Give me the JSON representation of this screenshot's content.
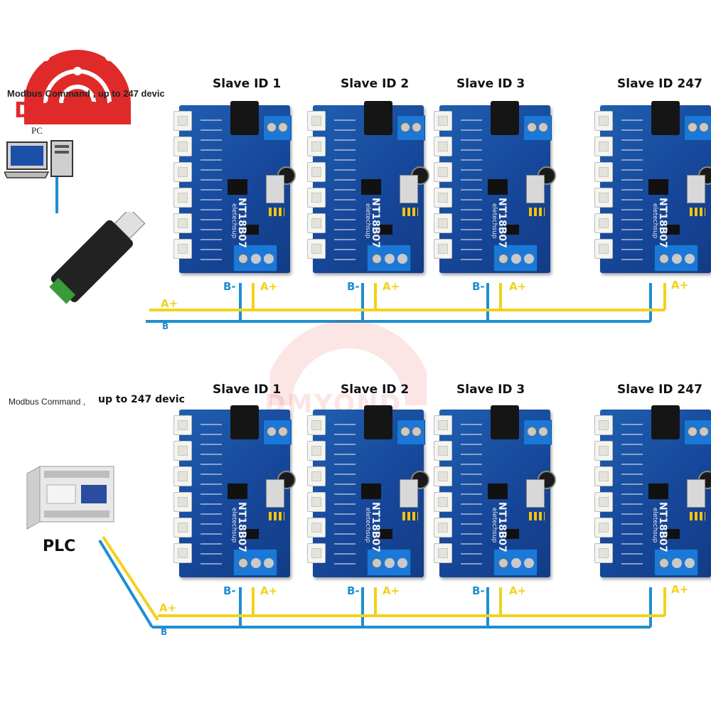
{
  "brand": {
    "logo_text": "DMYOND",
    "watermark_text": "DMYOND",
    "accent_color": "#e02a2a"
  },
  "top_section": {
    "command_text": "Modbus Command ,  up to 247 devic",
    "host_label": "PC",
    "slaves": [
      {
        "label": "Slave ID 1",
        "board_text": "NT18B07",
        "board_logo": "eletechsup"
      },
      {
        "label": "Slave ID 2",
        "board_text": "NT18B07",
        "board_logo": "eletechsup"
      },
      {
        "label": "Slave ID 3",
        "board_text": "NT18B07",
        "board_logo": "eletechsup"
      },
      {
        "label": "Slave ID 247",
        "board_text": "NT18B07",
        "board_logo": "eletechsup"
      }
    ],
    "bus_labels": {
      "b": "B-",
      "a": "A+",
      "a_host": "A+",
      "b_host": "B"
    }
  },
  "bottom_section": {
    "command_small": "Modbus Command ,",
    "command_bold": "up to 247 devic",
    "host_label": "PLC",
    "slaves": [
      {
        "label": "Slave ID 1",
        "board_text": "NT18B07",
        "board_logo": "eletechsup"
      },
      {
        "label": "Slave ID 2",
        "board_text": "NT18B07",
        "board_logo": "eletechsup"
      },
      {
        "label": "Slave ID 3",
        "board_text": "NT18B07",
        "board_logo": "eletechsup"
      },
      {
        "label": "Slave ID 247",
        "board_text": "NT18B07",
        "board_logo": "eletechsup"
      }
    ],
    "bus_labels": {
      "b": "B-",
      "a": "A+",
      "a_host": "A+",
      "b_host": "B"
    }
  },
  "colors": {
    "wire_a": "#f2d21a",
    "wire_b": "#1d8fd0",
    "board": "#1a4fa0"
  }
}
